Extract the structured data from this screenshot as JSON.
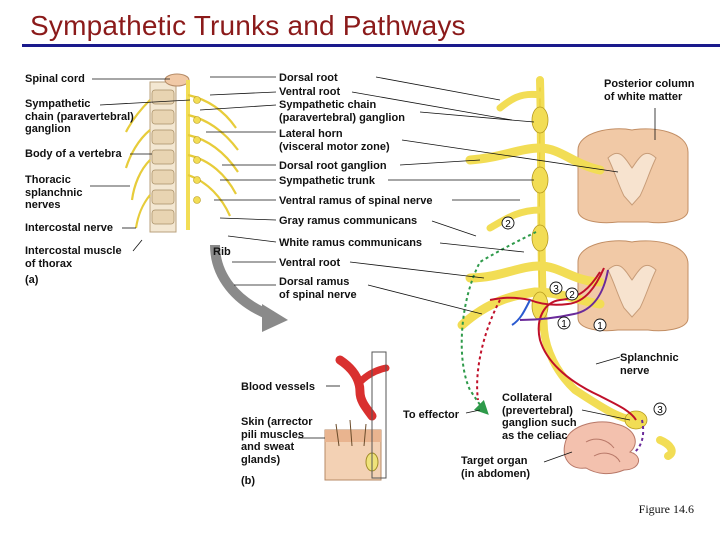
{
  "title": "Sympathetic Trunks and Pathways",
  "caption": "Figure 14.6",
  "left_labels": {
    "spinal_cord": "Spinal cord",
    "sympathetic_chain": "Sympathetic\nchain (paravertebral)\nganglion",
    "body_vertebra": "Body of a vertebra",
    "thoracic_splanchnic": "Thoracic\nsplanchnic\nnerves",
    "intercostal_nerve": "Intercostal nerve",
    "intercostal_muscle": "Intercostal muscle\nof thorax",
    "panel_a": "(a)",
    "rib": "Rib"
  },
  "center_labels": {
    "dorsal_root": "Dorsal root",
    "ventral_root": "Ventral root",
    "sympathetic_chain_ganglion": "Sympathetic chain\n(paravertebral) ganglion",
    "lateral_horn": "Lateral horn\n(visceral motor zone)",
    "dorsal_root_ganglion": "Dorsal root ganglion",
    "sympathetic_trunk": "Sympathetic trunk",
    "ventral_ramus": "Ventral ramus of spinal nerve",
    "gray_ramus": "Gray ramus communicans",
    "white_ramus": "White ramus communicans",
    "ventral_root2": "Ventral root",
    "dorsal_ramus": "Dorsal ramus\nof spinal nerve"
  },
  "right_labels": {
    "posterior_column": "Posterior column\nof white matter",
    "splanchnic_nerve": "Splanchnic\nnerve",
    "collateral_ganglion": "Collateral\n(prevertebral)\nganglion such\nas the celiac",
    "target_organ": "Target organ\n(in abdomen)"
  },
  "bottom_labels": {
    "blood_vessels": "Blood vessels",
    "to_effector": "To effector",
    "skin": "Skin (arrector\npili muscles\nand sweat\nglands)",
    "panel_b": "(b)"
  },
  "pathway_markers": [
    "1",
    "1",
    "2",
    "2",
    "3",
    "3"
  ],
  "colors": {
    "title": "#8b1a1a",
    "rule": "#1a1a8c",
    "nerve": "#f2dd55",
    "cord": "#f1c9a6",
    "preganglionic": "#c0102a",
    "postganglionic": "#2a5ad0",
    "gray_ramus_path": "#2e9a4a"
  }
}
